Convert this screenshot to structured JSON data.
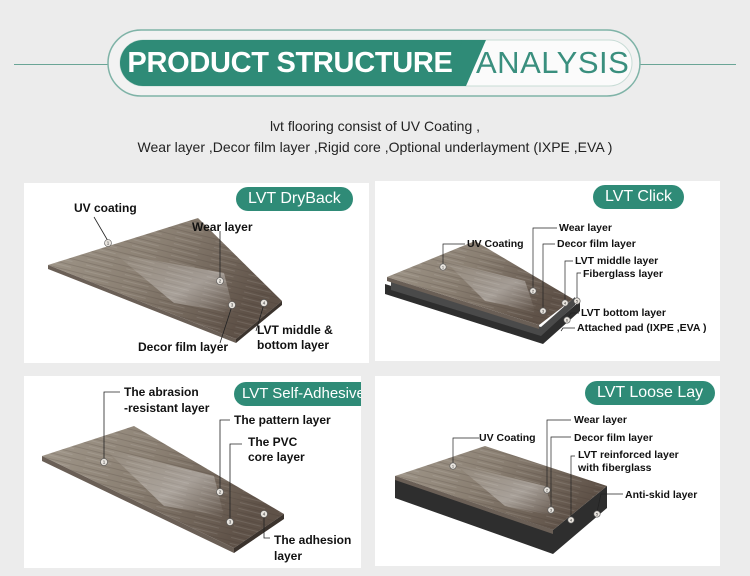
{
  "header": {
    "title": "PRODUCT STRUCTURE",
    "subtitle": "ANALYSIS"
  },
  "intro": {
    "line1": "lvt flooring consist of UV Coating ,",
    "line2": "Wear layer ,Decor film layer ,Rigid core ,Optional underlayment (IXPE ,EVA )"
  },
  "cards": {
    "dryback": {
      "badge": "LVT DryBack",
      "labels": {
        "uv": "UV coating",
        "wear": "Wear layer",
        "decor": "Decor film layer",
        "middle1": "LVT middle &",
        "middle2": "bottom layer"
      }
    },
    "click": {
      "badge": "LVT Click",
      "labels": {
        "wear": "Wear layer",
        "uv": "UV Coating",
        "decor": "Decor film layer",
        "middle": "LVT middle layer",
        "fiberglass": "Fiberglass layer",
        "bottom": "LVT bottom layer",
        "pad": "Attached pad (IXPE ,EVA )"
      }
    },
    "selfadhesive": {
      "badge": "LVT Self-Adhesive",
      "labels": {
        "abrasion1": "The abrasion",
        "abrasion2": "-resistant layer",
        "pattern": "The pattern layer",
        "pvc1": "The PVC",
        "pvc2": "core layer",
        "adhesion1": "The adhesion",
        "adhesion2": "layer"
      }
    },
    "looselay": {
      "badge": "LVT Loose Lay",
      "labels": {
        "wear": "Wear layer",
        "uv": "UV Coating",
        "decor": "Decor film layer",
        "reinforced1": "LVT reinforced layer",
        "reinforced2": "with fiberglass",
        "antiskid": "Anti-skid layer"
      }
    }
  },
  "markers": [
    "1",
    "2",
    "3",
    "4",
    "5",
    "6"
  ],
  "colors": {
    "accent": "#2f8b77",
    "wood_light": "#a49a8c",
    "wood_dark": "#5a4e45",
    "core": "#333333"
  }
}
